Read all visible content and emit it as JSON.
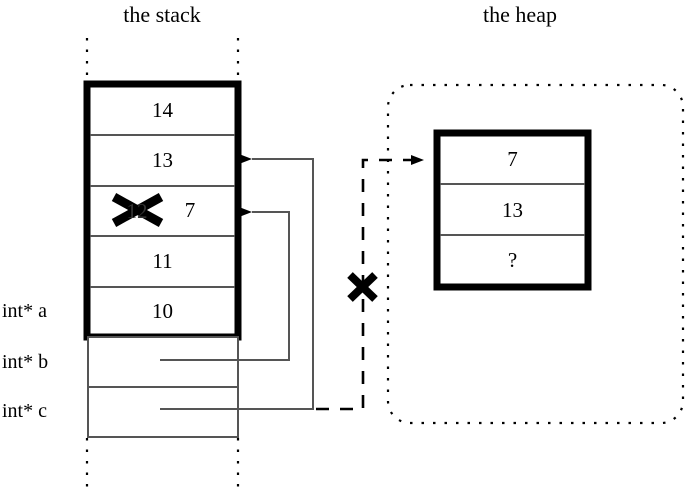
{
  "diagram": {
    "title_stack": "the stack",
    "title_heap": "the heap",
    "colors": {
      "ink": "#000000",
      "background": "#ffffff",
      "thin_rule": "#555555"
    }
  },
  "stack": {
    "title": "the stack",
    "frame_cells": [
      {
        "value": "14"
      },
      {
        "value": "13"
      },
      {
        "value": "7",
        "struck_value": "12",
        "crossed_out": true
      },
      {
        "value": "11"
      },
      {
        "value": "10"
      }
    ],
    "pointer_cells": [
      {
        "label": "int* a",
        "value": ""
      },
      {
        "label": "int* b",
        "value": ""
      },
      {
        "label": "int* c",
        "value": ""
      }
    ],
    "labels": [
      "int* a",
      "int* b",
      "int* c"
    ]
  },
  "heap": {
    "title": "the heap",
    "cells": [
      {
        "value": "7"
      },
      {
        "value": "13"
      },
      {
        "value": "?"
      }
    ]
  },
  "annotations": {
    "deleted_marker": "✕",
    "struck_stack_value": "12",
    "new_stack_value": "7"
  }
}
